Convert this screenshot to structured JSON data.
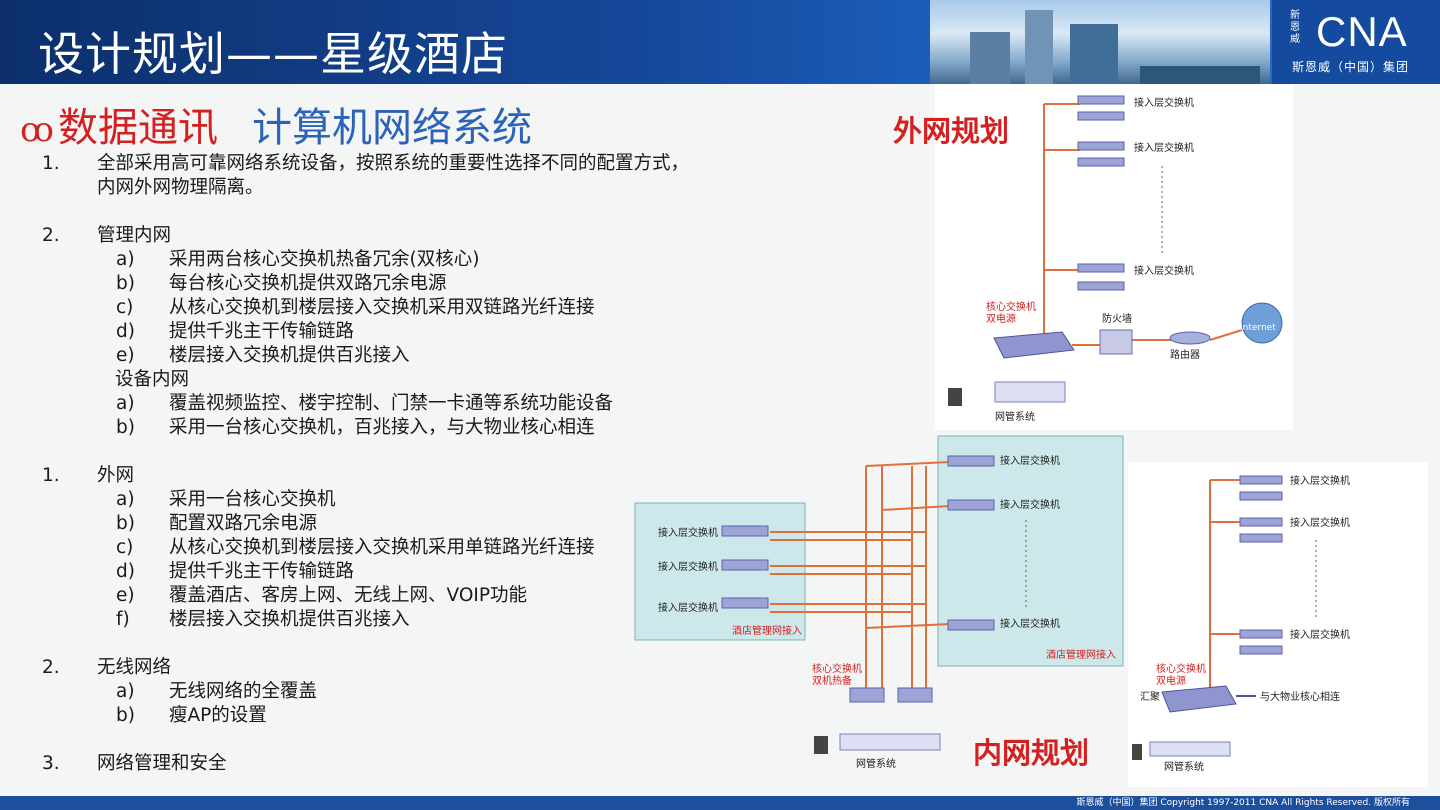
{
  "header": {
    "title": "设计规划——星级酒店",
    "logo_side": "新恩威",
    "logo_main": "CNA",
    "logo_sub": "斯恩威（中国）集团"
  },
  "heading": {
    "icon": "ꝏ",
    "red": "数据通讯",
    "blue": "计算机网络系统"
  },
  "content": [
    {
      "kind": "item",
      "num": "1.",
      "text": "全部采用高可靠网络系统设备，按照系统的重要性选择不同的配置方式，"
    },
    {
      "kind": "cont",
      "num": "",
      "text": "内网外网物理隔离。"
    },
    {
      "kind": "gap"
    },
    {
      "kind": "item",
      "num": "2.",
      "text": "管理内网"
    },
    {
      "kind": "sub",
      "num": "a)",
      "text": "采用两台核心交换机热备冗余(双核心)"
    },
    {
      "kind": "sub",
      "num": "b)",
      "text": "每台核心交换机提供双路冗余电源"
    },
    {
      "kind": "sub",
      "num": "c)",
      "text": "从核心交换机到楼层接入交换机采用双链路光纤连接"
    },
    {
      "kind": "sub",
      "num": "d)",
      "text": "提供千兆主干传输链路"
    },
    {
      "kind": "sub",
      "num": "e)",
      "text": "楼层接入交换机提供百兆接入"
    },
    {
      "kind": "grp",
      "num": "",
      "text": "设备内网"
    },
    {
      "kind": "sub",
      "num": "a)",
      "text": "覆盖视频监控、楼宇控制、门禁一卡通等系统功能设备"
    },
    {
      "kind": "sub",
      "num": "b)",
      "text": "采用一台核心交换机，百兆接入，与大物业核心相连"
    },
    {
      "kind": "gap"
    },
    {
      "kind": "item",
      "num": "1.",
      "text": "外网"
    },
    {
      "kind": "sub",
      "num": "a)",
      "text": "采用一台核心交换机"
    },
    {
      "kind": "sub",
      "num": "b)",
      "text": "配置双路冗余电源"
    },
    {
      "kind": "sub",
      "num": "c)",
      "text": "从核心交换机到楼层接入交换机采用单链路光纤连接"
    },
    {
      "kind": "sub",
      "num": "d)",
      "text": "提供千兆主干传输链路"
    },
    {
      "kind": "sub",
      "num": "e)",
      "text": "覆盖酒店、客房上网、无线上网、VOIP功能"
    },
    {
      "kind": "sub",
      "num": "f)",
      "text": "楼层接入交换机提供百兆接入"
    },
    {
      "kind": "gap"
    },
    {
      "kind": "item",
      "num": "2.",
      "text": "无线网络"
    },
    {
      "kind": "sub",
      "num": "a)",
      "text": "无线网络的全覆盖"
    },
    {
      "kind": "sub",
      "num": "b)",
      "text": "瘦AP的设置"
    },
    {
      "kind": "gap"
    },
    {
      "kind": "item",
      "num": "3.",
      "text": "网络管理和安全"
    }
  ],
  "diagram_labels": {
    "outer_title": "外网规划",
    "inner_title": "内网规划",
    "access_switch": "接入层交换机",
    "core_dual_power": "核心交换机\n双电源",
    "core_dual_hot": "核心交换机\n双机热备",
    "firewall": "防火墙",
    "router": "路由器",
    "internet": "Internet",
    "nms": "网管系统",
    "hotel_mgmt": "酒店管理网接入",
    "aggregation": "汇聚",
    "property_core": "与大物业核心相连"
  },
  "footer": {
    "text": "斯恩威（中国）集团   Copyright 1997-2011 CNA All Rights Reserved. 版权所有"
  },
  "colors": {
    "header_blue": "#16489a",
    "accent_red": "#d42020",
    "heading_blue": "#2a63b8",
    "link_orange": "#e0703a",
    "panel_cyan": "#cde8ea"
  }
}
